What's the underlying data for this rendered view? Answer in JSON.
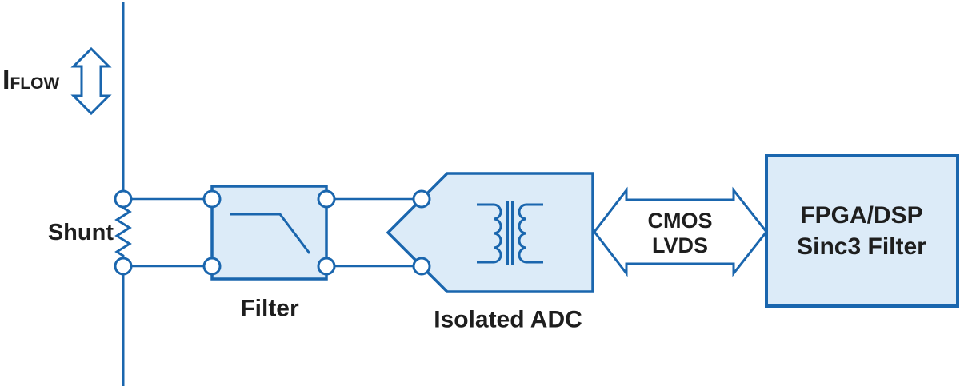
{
  "diagram": {
    "title": "isolated-adc-current-sensing-block-diagram",
    "current_label": {
      "main": "I",
      "sub": "FLOW"
    },
    "shunt_label": "Shunt",
    "filter_label": "Filter",
    "adc_label": "Isolated ADC",
    "bus_label_line1": "CMOS",
    "bus_label_line2": "LVDS",
    "fpga_label_line1": "FPGA/DSP",
    "fpga_label_line2": "Sinc3 Filter",
    "icons": [
      "bidirectional-vertical-arrow-icon",
      "resistor-icon",
      "terminal-node-icon",
      "lowpass-response-icon",
      "transformer-icon",
      "bidirectional-horizontal-arrow-icon"
    ],
    "colors": {
      "stroke": "#1a66ae",
      "fill": "#dcebf8",
      "text": "#1e1e1e",
      "background": "#ffffff"
    }
  }
}
